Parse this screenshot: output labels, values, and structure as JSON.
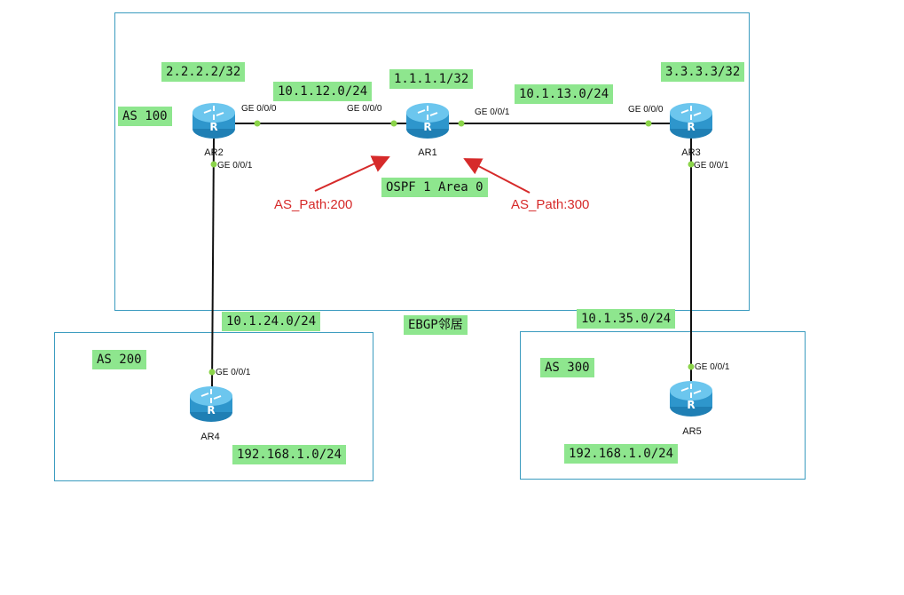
{
  "as_boxes": {
    "as100": "AS 100",
    "as200": "AS 200",
    "as300": "AS 300"
  },
  "labels": {
    "ar2_loopback": "2.2.2.2/32",
    "ar1_loopback": "1.1.1.1/32",
    "ar3_loopback": "3.3.3.3/32",
    "net_12": "10.1.12.0/24",
    "net_13": "10.1.13.0/24",
    "net_24": "10.1.24.0/24",
    "net_35": "10.1.35.0/24",
    "ospf": "OSPF 1 Area 0",
    "ebgp": "EBGP邻居",
    "ar4_net": "192.168.1.0/24",
    "ar5_net": "192.168.1.0/24"
  },
  "annotations": {
    "aspath_200": "AS_Path:200",
    "aspath_300": "AS_Path:300"
  },
  "routers": {
    "ar1": "AR1",
    "ar2": "AR2",
    "ar3": "AR3",
    "ar4": "AR4",
    "ar5": "AR5"
  },
  "ports": {
    "ar2_g000": "GE 0/0/0",
    "ar2_g001": "GE 0/0/1",
    "ar1_g000": "GE 0/0/0",
    "ar1_g001": "GE 0/0/1",
    "ar3_g000": "GE 0/0/0",
    "ar3_g001": "GE 0/0/1",
    "ar4_g001": "GE 0/0/1",
    "ar5_g001": "GE 0/0/1"
  },
  "colors": {
    "label_bg": "#8ee68e",
    "box_border": "#3a9bbf",
    "arrow": "#d62a2a",
    "router_body": "#3aa6d8",
    "link_dot": "#8bd44a"
  }
}
